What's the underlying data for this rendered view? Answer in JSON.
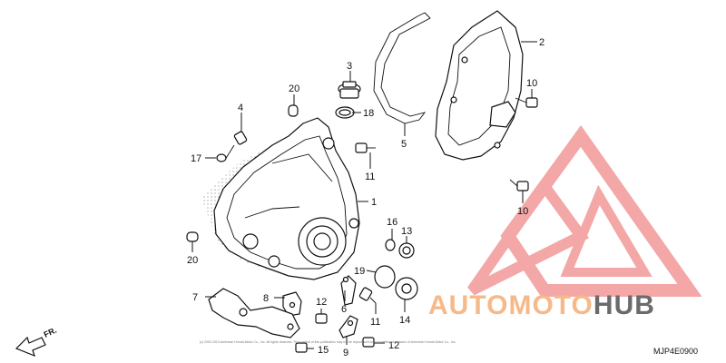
{
  "diagram": {
    "code": "MJP4E0900",
    "direction_label": "FR.",
    "copyright": "(c) 2002-2013 American Honda Motor Co., Inc. All rights reserved. The content of this publication may not be reproduced without written permission of American Honda Motor Co., Inc.",
    "callouts": [
      {
        "id": "c1",
        "label": "1"
      },
      {
        "id": "c2",
        "label": "2"
      },
      {
        "id": "c3",
        "label": "3"
      },
      {
        "id": "c4",
        "label": "4"
      },
      {
        "id": "c5",
        "label": "5"
      },
      {
        "id": "c6",
        "label": "6"
      },
      {
        "id": "c7",
        "label": "7"
      },
      {
        "id": "c8",
        "label": "8"
      },
      {
        "id": "c9",
        "label": "9"
      },
      {
        "id": "c10a",
        "label": "10"
      },
      {
        "id": "c10b",
        "label": "10"
      },
      {
        "id": "c11a",
        "label": "11"
      },
      {
        "id": "c11b",
        "label": "11"
      },
      {
        "id": "c12a",
        "label": "12"
      },
      {
        "id": "c12b",
        "label": "12"
      },
      {
        "id": "c13",
        "label": "13"
      },
      {
        "id": "c14",
        "label": "14"
      },
      {
        "id": "c15",
        "label": "15"
      },
      {
        "id": "c16",
        "label": "16"
      },
      {
        "id": "c17",
        "label": "17"
      },
      {
        "id": "c18",
        "label": "18"
      },
      {
        "id": "c19",
        "label": "19"
      },
      {
        "id": "c20a",
        "label": "20"
      },
      {
        "id": "c20b",
        "label": "20"
      }
    ]
  },
  "watermark": {
    "brand_part1": "AUTOMOTO",
    "brand_part2": "HUB",
    "color_logo": "#f08a8a",
    "color_text_orange": "#f5b98a",
    "color_text_grey": "#6b6b6b"
  }
}
